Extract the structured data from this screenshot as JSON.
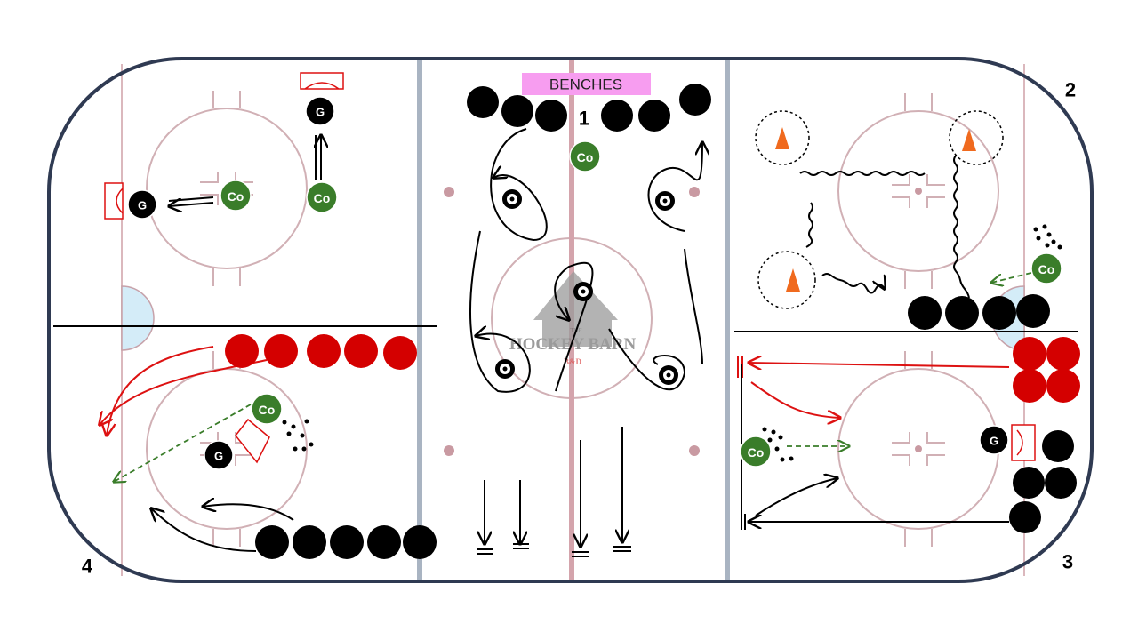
{
  "title": "Hockey Drill Stations Diagram",
  "benches_label": "BENCHES",
  "stations": [
    "1",
    "2",
    "3",
    "4"
  ],
  "tokens": {
    "goalie": "G",
    "coach": "Co"
  },
  "logo": {
    "line1": "THE",
    "line2": "HOCKEY BARN",
    "line3": "B&D"
  },
  "colors": {
    "rink_border": "#2f3a52",
    "blue_line": "#a9b4c2",
    "red_line": "#d4a4ac",
    "coach": "#3a7d2a",
    "red_team": "#d40000",
    "cone": "#f06a1e",
    "benches_bg": "#f79df0"
  }
}
